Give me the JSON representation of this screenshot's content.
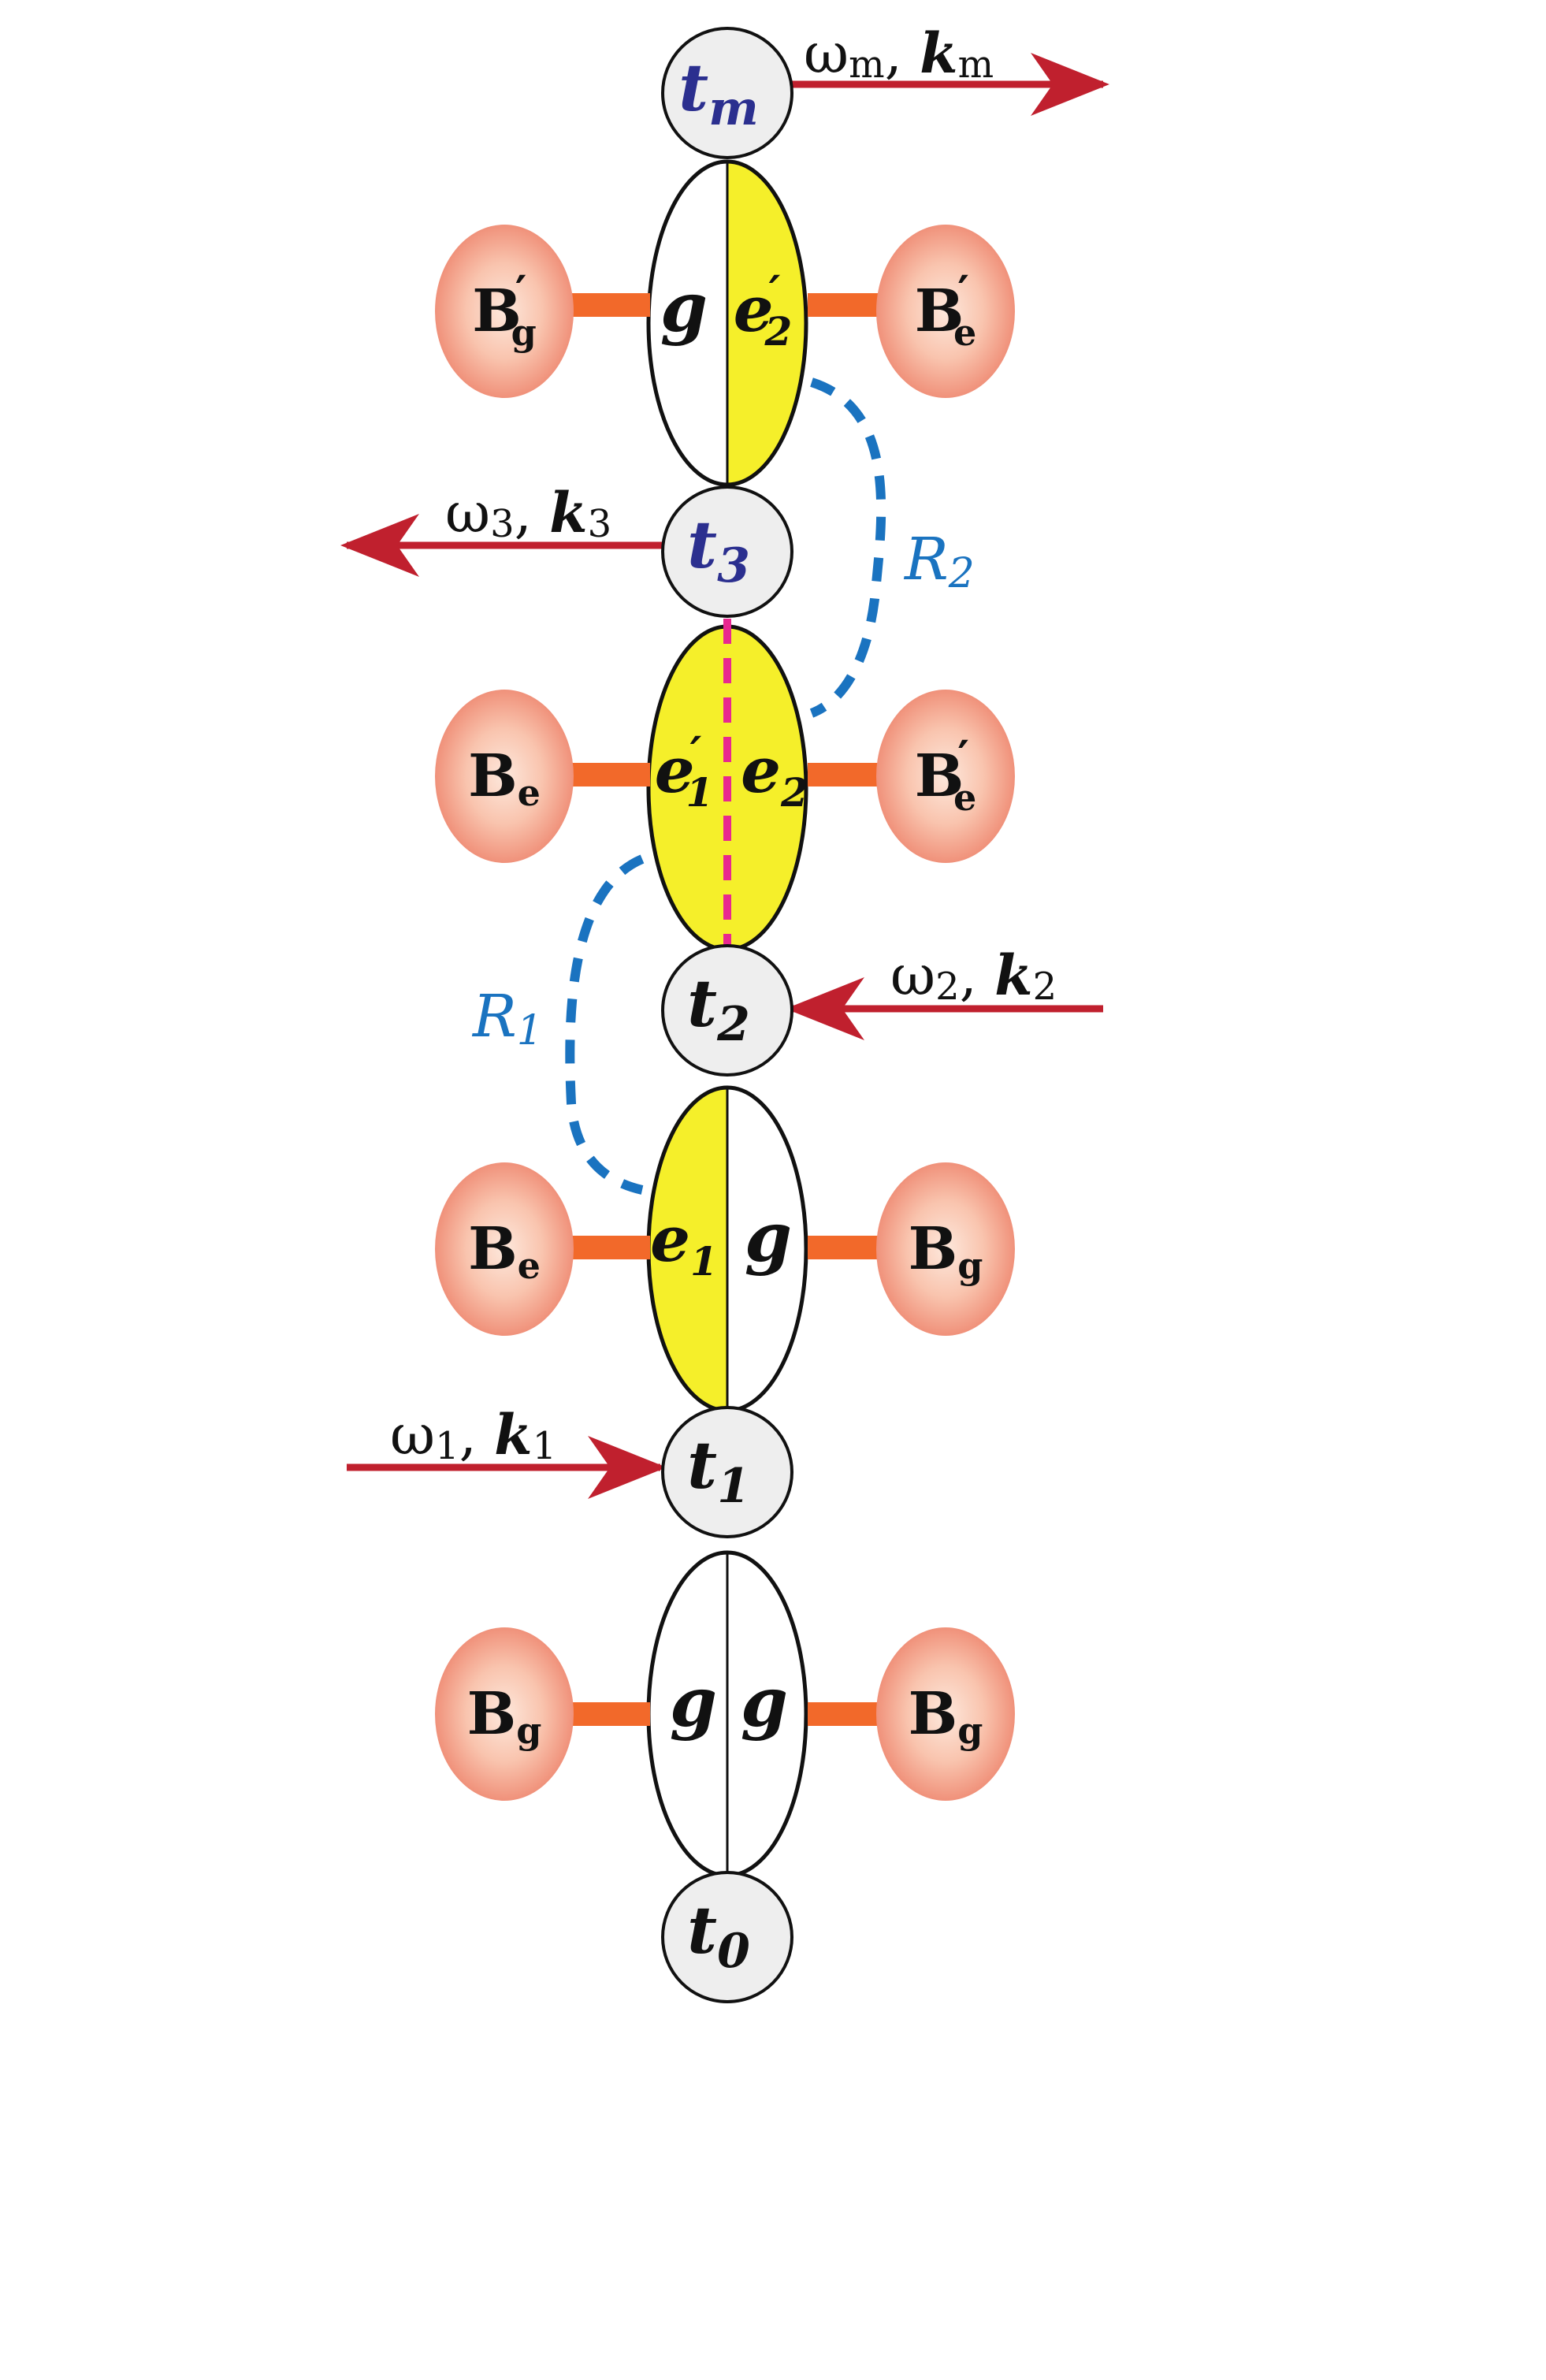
{
  "colors": {
    "arrow": "#c0202e",
    "bath_center": "#fde8dc",
    "bath_edge": "#f0917a",
    "connector": "#f2692a",
    "excited": "#f5ef2a",
    "ground": "#ffffff",
    "node_fill": "#eeeeee",
    "dashed_blue": "#1a73c0",
    "dashed_magenta": "#e8288f",
    "node_text_blue": "#2b2f8f",
    "node_text_dark": "#111111",
    "r_label": "#1a73c0"
  },
  "time_nodes": {
    "t0": {
      "base": "t",
      "sub": "0"
    },
    "t1": {
      "base": "t",
      "sub": "1"
    },
    "t2": {
      "base": "t",
      "sub": "2"
    },
    "t3": {
      "base": "t",
      "sub": "3"
    },
    "tm": {
      "base": "t",
      "sub": "m"
    }
  },
  "pulses": {
    "p1": {
      "omega": "ω",
      "omega_sub": "1",
      "k": "k",
      "k_sub": "1"
    },
    "p2": {
      "omega": "ω",
      "omega_sub": "2",
      "k": "k",
      "k_sub": "2"
    },
    "p3": {
      "omega": "ω",
      "omega_sub": "3",
      "k": "k",
      "k_sub": "3"
    },
    "pm": {
      "omega": "ω",
      "omega_sub": "m",
      "k": "k",
      "k_sub": "m"
    }
  },
  "states": {
    "s0": {
      "left": {
        "base": "g",
        "sub": ""
      },
      "right": {
        "base": "g",
        "sub": ""
      }
    },
    "s1": {
      "left": {
        "base": "e",
        "sub": "1"
      },
      "right": {
        "base": "g",
        "sub": ""
      }
    },
    "s2": {
      "left": {
        "base": "e",
        "sub": "1",
        "prime": "′"
      },
      "right": {
        "base": "e",
        "sub": "2"
      }
    },
    "s3": {
      "left": {
        "base": "g",
        "sub": ""
      },
      "right": {
        "base": "e",
        "sub": "2",
        "prime": "′"
      }
    }
  },
  "baths": {
    "s0_left": {
      "base": "B",
      "sub": "g",
      "prime": ""
    },
    "s0_right": {
      "base": "B",
      "sub": "g",
      "prime": ""
    },
    "s1_left": {
      "base": "B",
      "sub": "e",
      "prime": ""
    },
    "s1_right": {
      "base": "B",
      "sub": "g",
      "prime": ""
    },
    "s2_left": {
      "base": "B",
      "sub": "e",
      "prime": ""
    },
    "s2_right": {
      "base": "B",
      "sub": "e",
      "prime": "′"
    },
    "s3_left": {
      "base": "B",
      "sub": "g",
      "prime": "′"
    },
    "s3_right": {
      "base": "B",
      "sub": "e",
      "prime": "′"
    }
  },
  "relaxations": {
    "r1": {
      "base": "R",
      "sub": "1"
    },
    "r2": {
      "base": "R",
      "sub": "2"
    }
  }
}
